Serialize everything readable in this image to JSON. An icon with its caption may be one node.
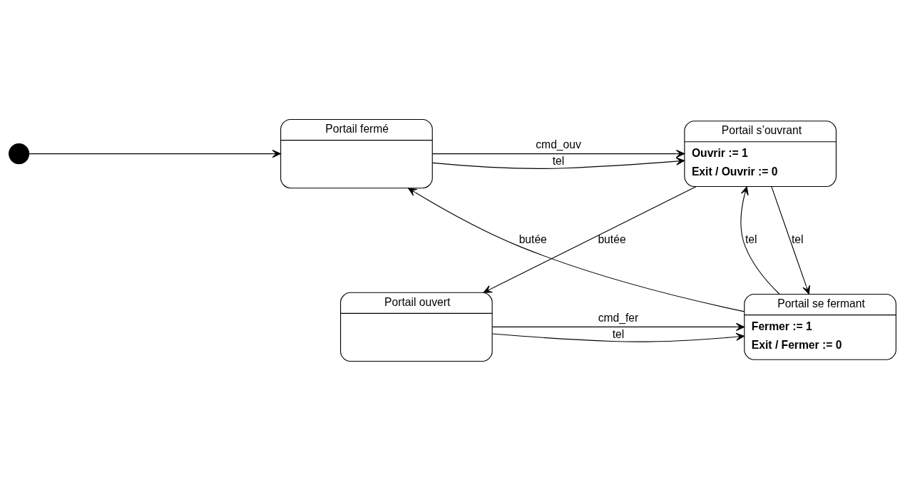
{
  "diagram": {
    "nodes": [
      {
        "text": [],
        "shape": "circle"
      },
      {
        "text": [
          "Portail fermé"
        ]
      },
      {
        "text": [
          "Portail s’ouvrant",
          "Ouvrir := 1",
          "Exit / Ouvrir := 0"
        ]
      },
      {
        "text": [
          "Portail ouvert"
        ]
      },
      {
        "text": [
          "Portail se fermant",
          "Fermer := 1",
          "Exit / Fermer := 0"
        ]
      }
    ],
    "edges": [
      {
        "from": 0,
        "to": 1,
        "arrow": "to"
      },
      {
        "from": 1,
        "to": 2,
        "arrow": "to",
        "label": "cmd_ouv"
      },
      {
        "from": 1,
        "to": 2,
        "arrow": "to",
        "label": "tel"
      },
      {
        "from": 2,
        "to": 4,
        "arrow": "to",
        "label": "tel"
      },
      {
        "from": 4,
        "to": 2,
        "arrow": "to",
        "label": "tel"
      },
      {
        "from": 2,
        "to": 3,
        "arrow": "to",
        "label": "butée"
      },
      {
        "from": 3,
        "to": 4,
        "arrow": "to",
        "label": "cmd_fer"
      },
      {
        "from": 3,
        "to": 4,
        "arrow": "to",
        "label": "tel"
      },
      {
        "from": 4,
        "to": 1,
        "arrow": "to",
        "label": "butée"
      }
    ]
  }
}
